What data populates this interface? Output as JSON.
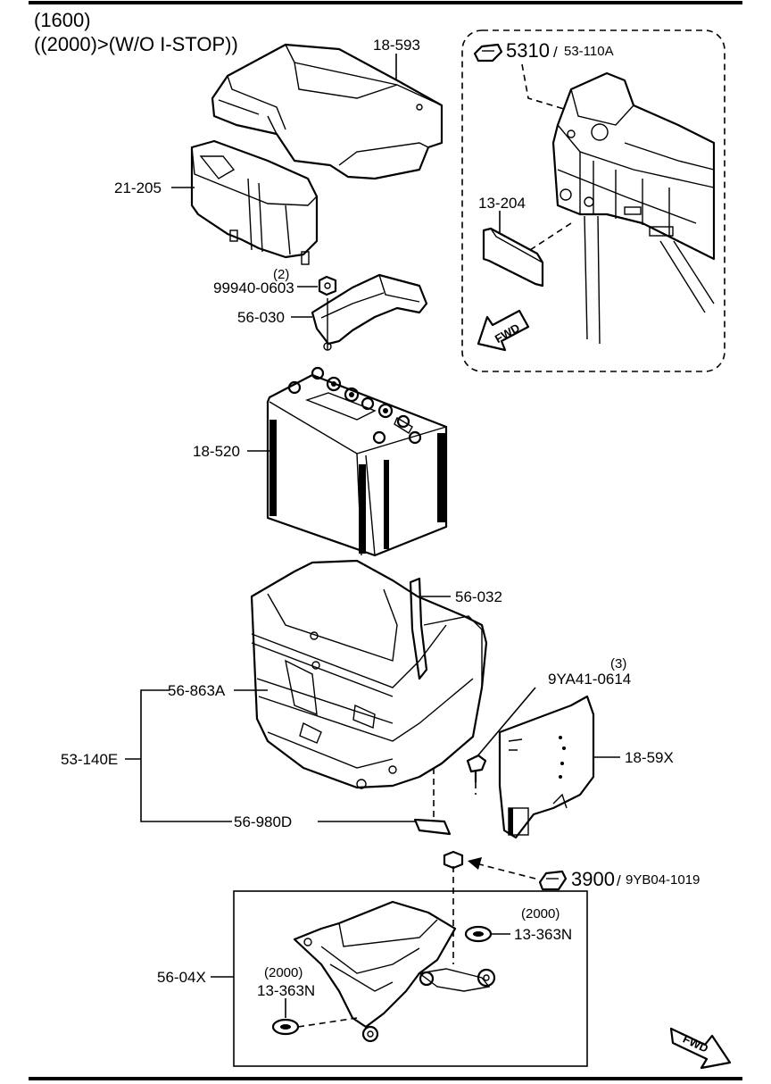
{
  "header": {
    "line1": "(1600)",
    "line2": "((2000)>(W/O I-STOP))"
  },
  "parts": {
    "p18_593": "18-593",
    "p21_205": "21-205",
    "p99940_qty": "(2)",
    "p99940": "99940-0603",
    "p56_030": "56-030",
    "p18_520": "18-520",
    "p56_032": "56-032",
    "p56_863a": "56-863A",
    "p9ya41_qty": "(3)",
    "p9ya41": "9YA41-0614",
    "p53_140e": "53-140E",
    "p18_59x": "18-59X",
    "p56_980d": "56-980D",
    "p13_363n_right_note": "(2000)",
    "p13_363n_right": "13-363N",
    "p56_04x": "56-04X",
    "p13_363n_left_note": "(2000)",
    "p13_363n_left": "13-363N",
    "p13_204": "13-204"
  },
  "references": {
    "ref1_code": "5310",
    "ref1_sep": "/",
    "ref1_sub": "53-110A",
    "ref2_code": "3900",
    "ref2_sep": "/",
    "ref2_sub": "9YB04-1019"
  },
  "arrows": {
    "fwd_inset": "FWD",
    "fwd_main": "FWD"
  },
  "icons": {
    "reference": "pointing-hand-icon",
    "direction": "fwd-arrow-icon"
  }
}
